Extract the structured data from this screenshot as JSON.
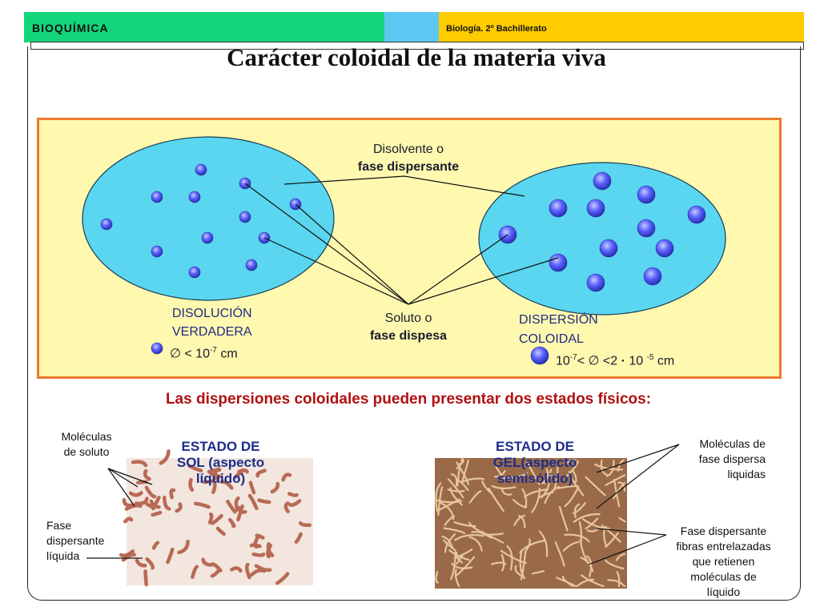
{
  "header": {
    "left_label": "BIOQUÍMICA",
    "right_label": "Biología. 2º Bachillerato"
  },
  "title": "Carácter coloidal de la materia viva",
  "diagram": {
    "solvent_label_1": "Disolvente o",
    "solvent_label_2": "fase dispersante",
    "solute_label_1": "Soluto o",
    "solute_label_2": "fase dispesa",
    "left_name_1": "DISOLUCIÓN",
    "left_name_2": "VERDADERA",
    "left_size_prefix": "∅ < 10",
    "left_size_exp": "-7",
    "left_size_unit": " cm",
    "right_name_1": "DISPERSIÓN",
    "right_name_2": "COLOIDAL",
    "right_size_a": "10",
    "right_size_a_exp": "-7",
    "right_size_b": "< ∅ <2 ",
    "right_size_dot": "·",
    "right_size_c": " 10 ",
    "right_size_c_exp": "-5",
    "right_size_unit": " cm",
    "colors": {
      "ellipse": "#5ad6f0",
      "particle": "#4a50ff",
      "panel": "#fff9b0",
      "panel_border": "#ee7a30"
    }
  },
  "subtitle": "Las dispersiones coloidales pueden presentar dos estados físicos:",
  "sol": {
    "title_1": "ESTADO DE",
    "title_2": "SOL  (aspecto",
    "title_3": "líquido)",
    "note_molecules_1": "Moléculas",
    "note_molecules_2": "de soluto",
    "note_phase_1": "Fase",
    "note_phase_2": "dispersante",
    "note_phase_3": "líquida"
  },
  "gel": {
    "title_1": "ESTADO DE",
    "title_2": "GEL(aspecto",
    "title_3": "semisólido)",
    "note_molecules_1": "Moléculas de",
    "note_molecules_2": "fase dispersa",
    "note_molecules_3": "liquidas",
    "note_fibers_1": "Fase dispersante",
    "note_fibers_2": "fibras entrelazadas",
    "note_fibers_3": "que retienen",
    "note_fibers_4": "moléculas de",
    "note_fibers_5": "líquido"
  }
}
